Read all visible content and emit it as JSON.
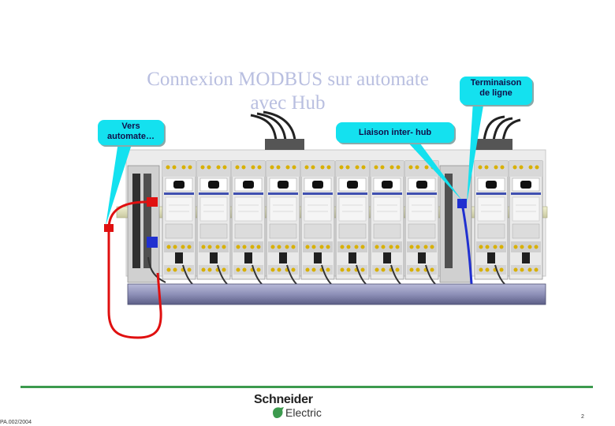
{
  "slide": {
    "title_line1": "Connexion MODBUS sur automate",
    "title_line2": "avec Hub",
    "page_number": "2",
    "reference": "PA.002/2004"
  },
  "callouts": {
    "automate_line1": "Vers",
    "automate_line2": "automate…",
    "hub": "Liaison inter- hub",
    "terminaison_line1": "Terminaison",
    "terminaison_line2": "de ligne"
  },
  "logo": {
    "name": "Schneider",
    "sub": "Electric",
    "color": "#3c9a4e"
  },
  "colors": {
    "callout": "#14e1ef",
    "rail": "#8e90b8",
    "cable_red": "#e01010",
    "cable_blue": "#2030d0"
  }
}
